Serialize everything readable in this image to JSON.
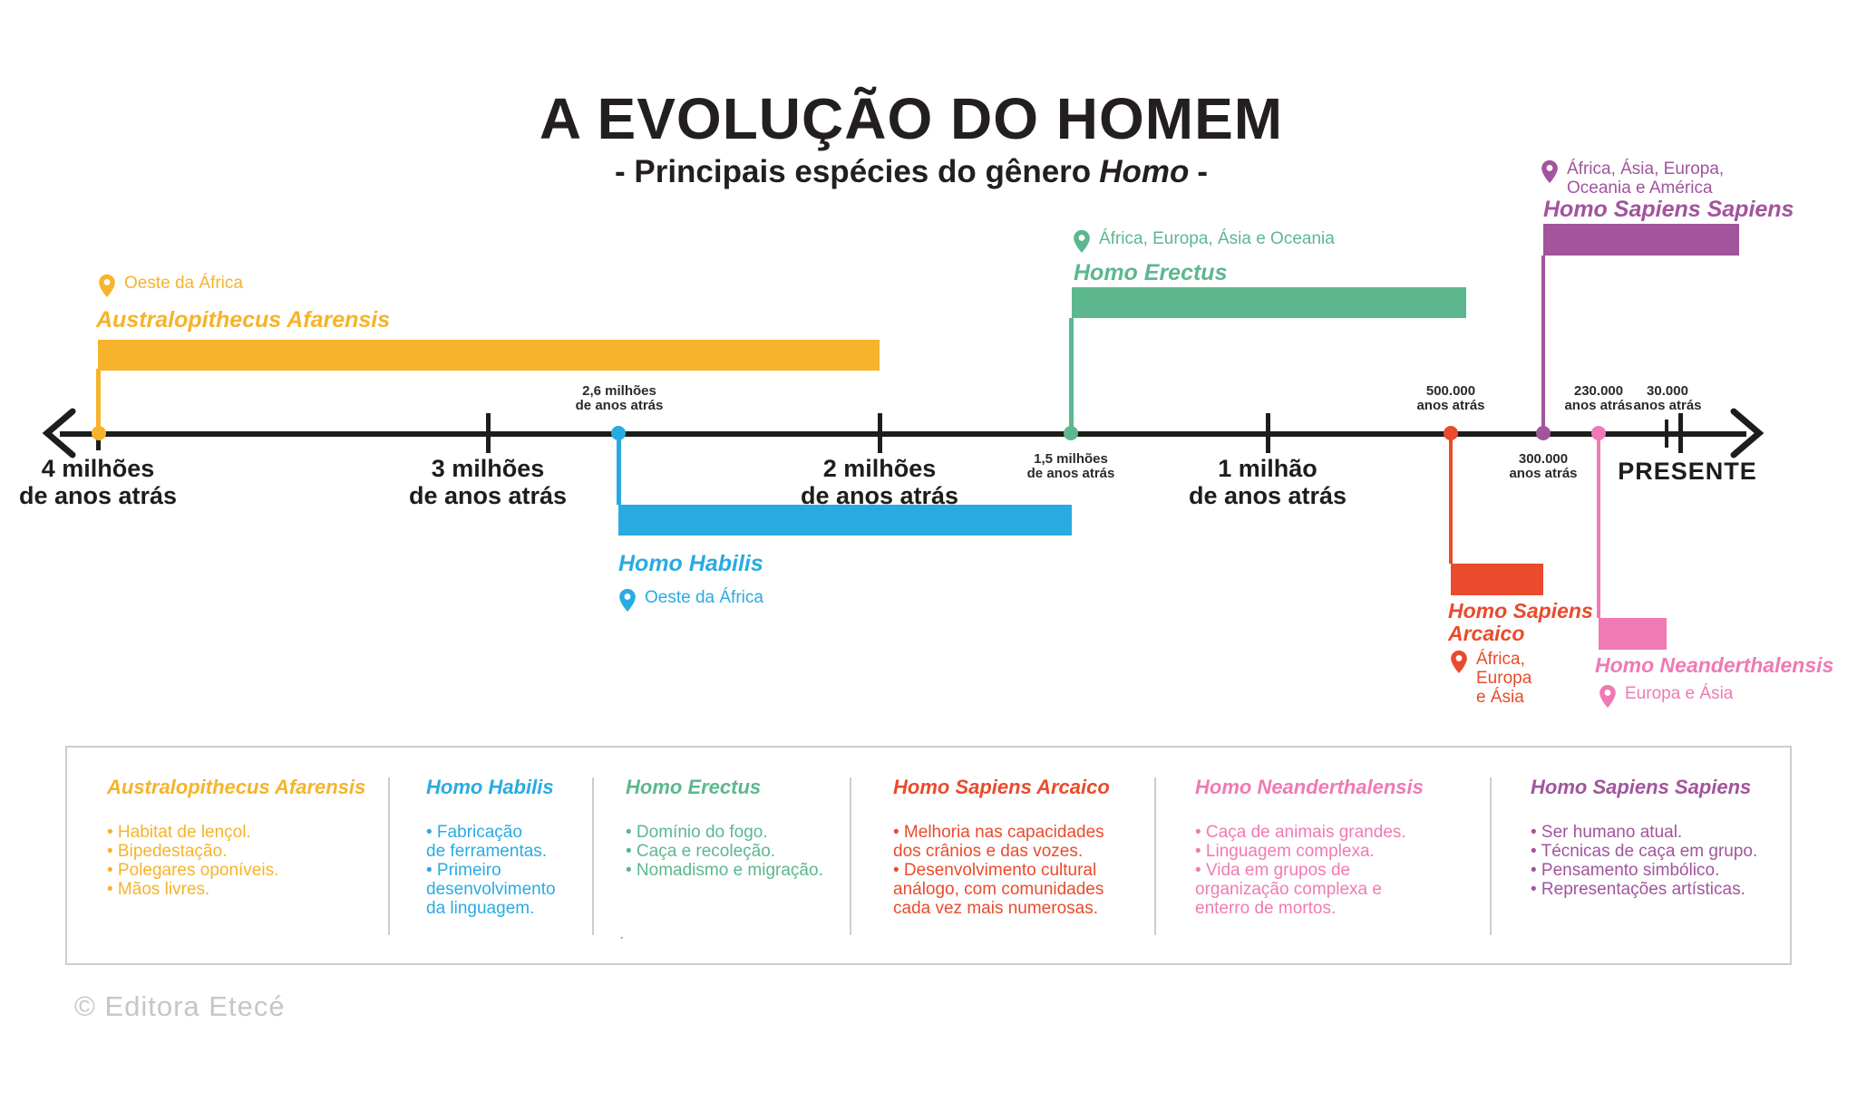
{
  "header": {
    "title": "A EVOLUÇÃO DO HOMEM",
    "subtitle_pre": "- Principais espécies do gênero",
    "subtitle_genus": "Homo",
    "subtitle_post": "-"
  },
  "axis": {
    "major_labels": [
      {
        "label": "4 milhões\nde anos atrás"
      },
      {
        "label": "3 milhões\nde anos atrás"
      },
      {
        "label": "2 milhões\nde anos atrás"
      },
      {
        "label": "1 milhão\nde anos atrás"
      }
    ],
    "present_label": "PRESENTE",
    "markers_above": [
      {
        "label": "2,6 milhões\nde anos atrás"
      },
      {
        "label": "500.000\nanos atrás"
      },
      {
        "label": "230.000\nanos atrás"
      },
      {
        "label": "30.000\nanos atrás"
      }
    ],
    "markers_below": [
      {
        "label": "1,5 milhões\nde anos atrás"
      },
      {
        "label": "300.000\nanos atrás"
      }
    ]
  },
  "species": {
    "afarensis": {
      "name": "Australopithecus Afarensis",
      "location": "Oeste da África",
      "color": "#F6B32B"
    },
    "habilis": {
      "name": "Homo Habilis",
      "location": "Oeste da África",
      "color": "#29ABE2"
    },
    "erectus": {
      "name": "Homo Erectus",
      "location": "África, Europa, Ásia e Oceania",
      "color": "#5CB78F"
    },
    "arcaico": {
      "name": "Homo Sapiens\nArcaico",
      "location": "África,\nEuropa\ne Ásia",
      "color": "#E94B2C"
    },
    "neanderthalensis": {
      "name": "Homo Neanderthalensis",
      "location": "Europa e Ásia",
      "color": "#EF7AB4"
    },
    "sapiens_sapiens": {
      "name": "Homo Sapiens Sapiens",
      "location": "África, Ásia, Europa,\nOceania e América",
      "color": "#A2549D"
    }
  },
  "timeline_data": {
    "type": "timeline",
    "unit": "anos atrás",
    "spans": [
      {
        "name": "Australopithecus Afarensis",
        "start": "4 milhões",
        "end": "2 milhões"
      },
      {
        "name": "Homo Habilis",
        "start": "2,6 milhões",
        "end": "1,5 milhões"
      },
      {
        "name": "Homo Erectus",
        "start": "1,5 milhões",
        "end": "500.000"
      },
      {
        "name": "Homo Sapiens Arcaico",
        "start": "500.000",
        "end": "300.000"
      },
      {
        "name": "Homo Sapiens Sapiens",
        "start": "300.000",
        "end": "presente"
      },
      {
        "name": "Homo Neanderthalensis",
        "start": "230.000",
        "end": "30.000"
      }
    ]
  },
  "legend": {
    "columns": [
      {
        "title": "Australopithecus Afarensis",
        "bullets": [
          "• Habitat de lençol.",
          "• Bipedestação.",
          "• Polegares oponíveis.",
          "• Mãos livres."
        ]
      },
      {
        "title": "Homo Habilis",
        "bullets": [
          "• Fabricação\nde ferramentas.",
          "• Primeiro\ndesenvolvimento\nda linguagem."
        ]
      },
      {
        "title": "Homo Erectus",
        "bullets": [
          "• Domínio do fogo.",
          "• Caça e recoleção.",
          "• Nomadismo e migração."
        ]
      },
      {
        "title": "Homo Sapiens Arcaico",
        "bullets": [
          "• Melhoria nas capacidades\ndos crânios e das vozes.",
          "• Desenvolvimento cultural\nanálogo, com comunidades\ncada vez mais numerosas."
        ]
      },
      {
        "title": "Homo Neanderthalensis",
        "bullets": [
          "• Caça de animais grandes.",
          "• Linguagem complexa.",
          "• Vida em grupos de\norganização complexa e\nenterro de mortos."
        ]
      },
      {
        "title": "Homo Sapiens Sapiens",
        "bullets": [
          "• Ser humano atual.",
          "• Técnicas de caça em grupo.",
          "• Pensamento simbólico.",
          "• Representações artísticas."
        ]
      }
    ],
    "stray_period": "."
  },
  "footer": {
    "copyright": "© Editora Etecé"
  }
}
